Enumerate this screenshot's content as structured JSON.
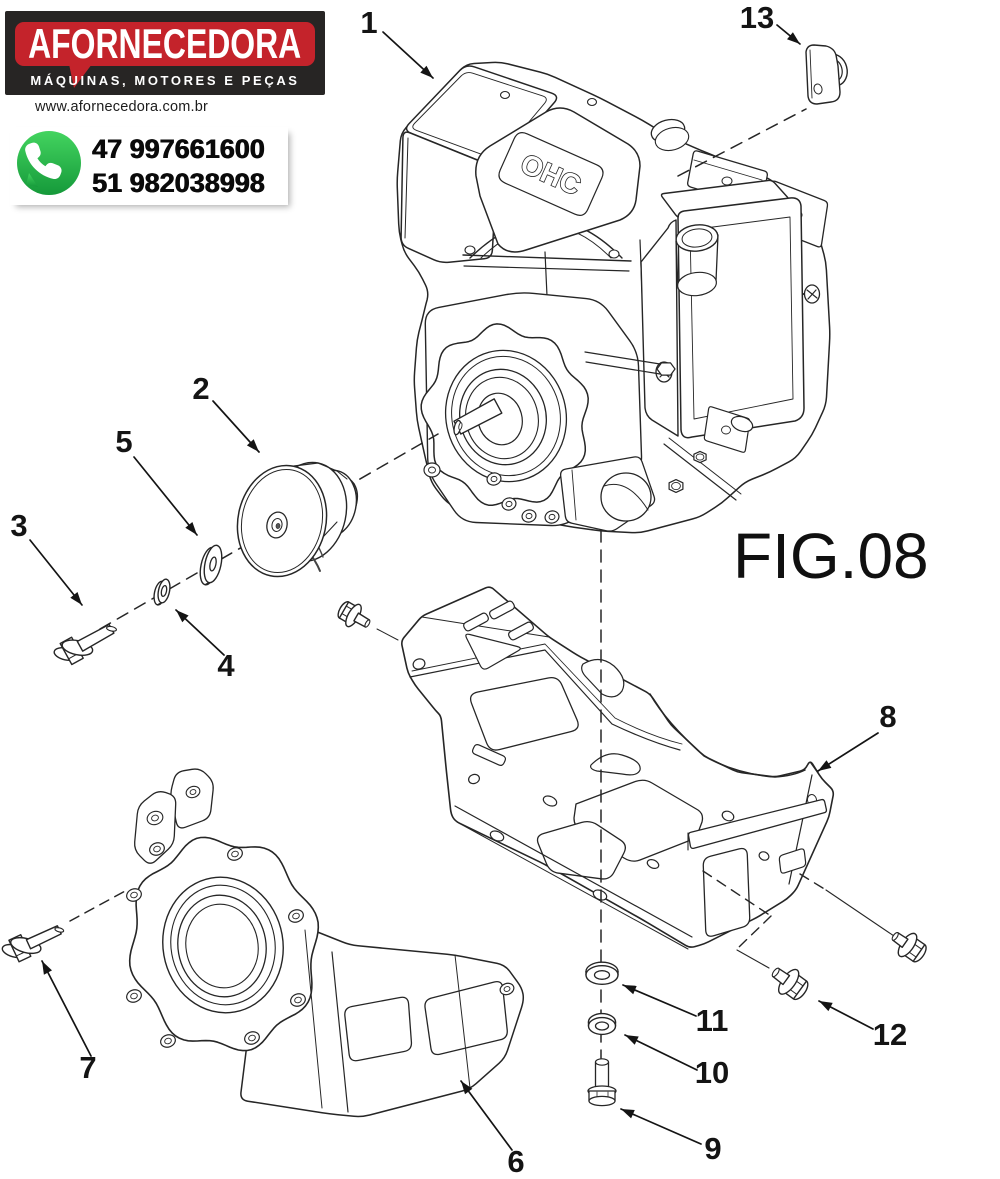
{
  "header": {
    "logo_text": "AFORNECEDORA",
    "tagline": "MÁQUINAS, MOTORES E PEÇAS",
    "website": "www.afornecedora.com.br",
    "whatsapp": {
      "icon": "whatsapp-icon",
      "phone_primary": "47 997661600",
      "phone_secondary": "51 982038998"
    },
    "colors": {
      "banner_bg": "#272524",
      "logo_red": "#c4232b",
      "whatsapp_green": "#28b446",
      "text": "#111111"
    }
  },
  "figure": {
    "label": "FIG.08",
    "engine_emblem": "OHC",
    "callouts": [
      {
        "number": "1"
      },
      {
        "number": "2"
      },
      {
        "number": "3"
      },
      {
        "number": "4"
      },
      {
        "number": "5"
      },
      {
        "number": "6"
      },
      {
        "number": "7"
      },
      {
        "number": "8"
      },
      {
        "number": "9"
      },
      {
        "number": "10"
      },
      {
        "number": "11"
      },
      {
        "number": "12"
      },
      {
        "number": "13"
      }
    ]
  }
}
